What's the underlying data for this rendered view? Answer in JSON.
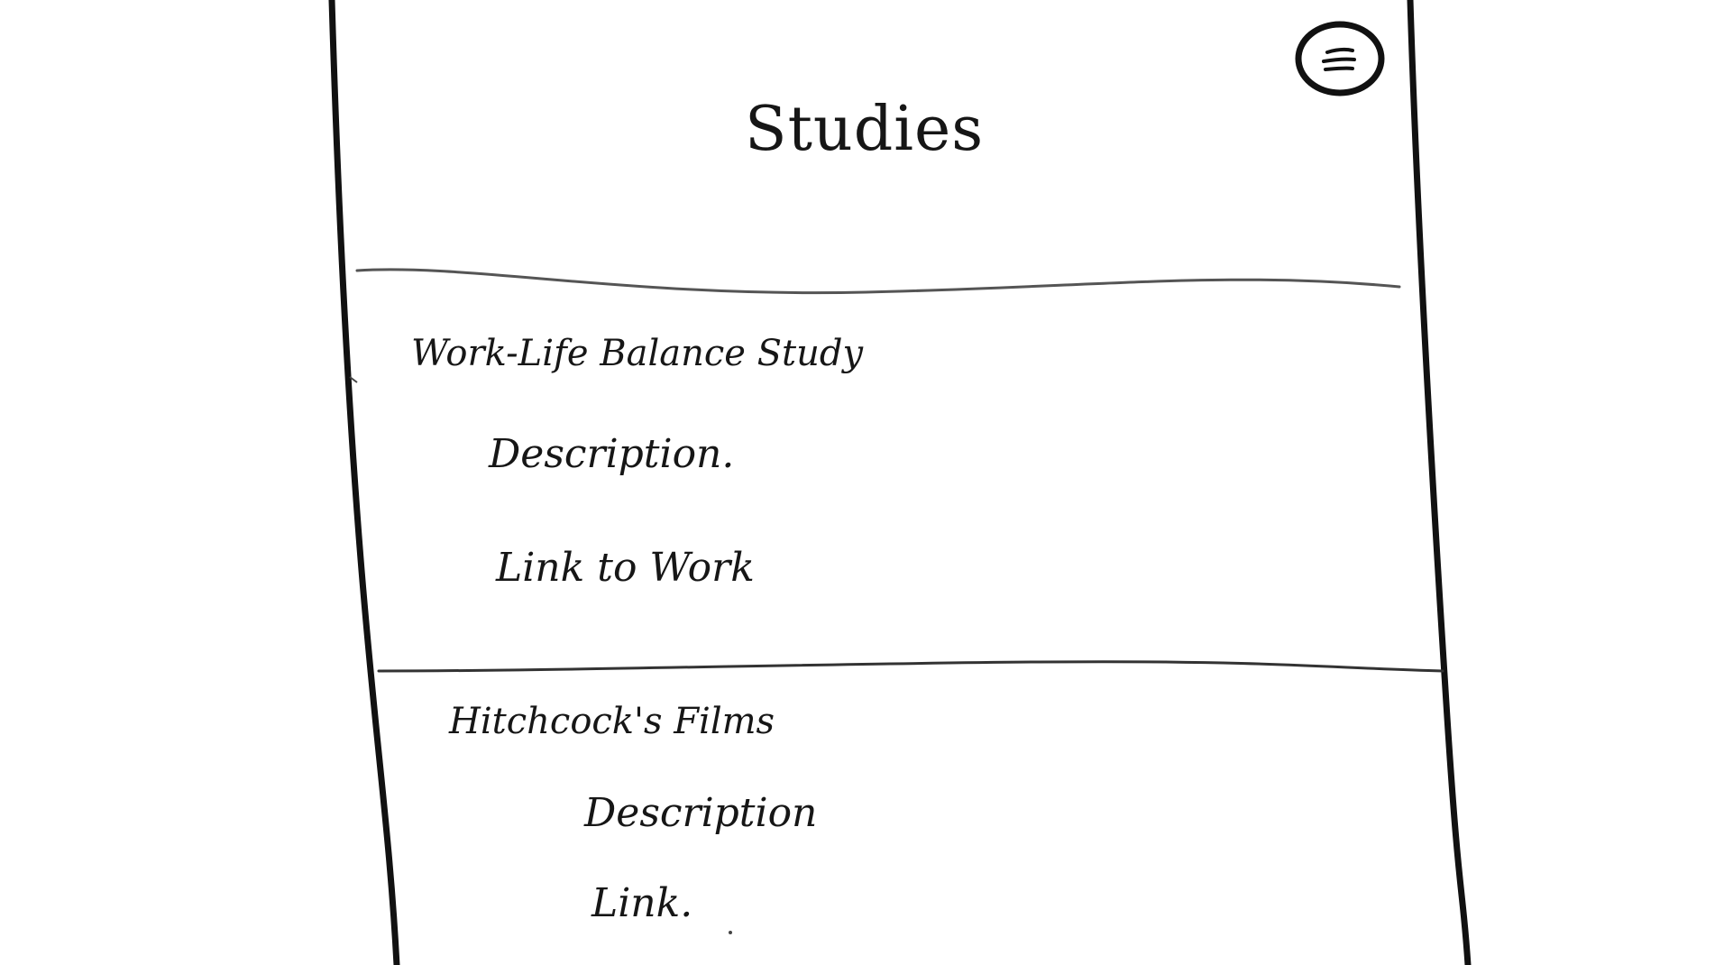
{
  "page": {
    "title": "Studies",
    "menu_icon": "hamburger-menu-icon"
  },
  "studies": [
    {
      "title": "Work-Life Balance Study",
      "description": "Description.",
      "link": "Link to Work"
    },
    {
      "title": "Hitchcock's Films",
      "description": "Description",
      "link": "Link."
    }
  ],
  "colors": {
    "ink": "#161616",
    "paper": "#ffffff"
  }
}
